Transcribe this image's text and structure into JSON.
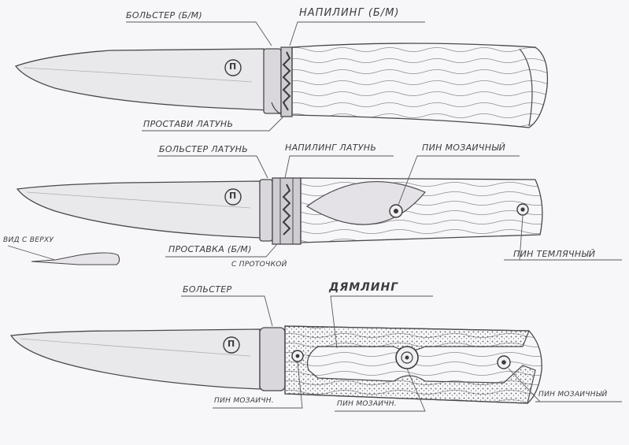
{
  "colors": {
    "paper": "#f7f6f8",
    "pencil": "#4a484b",
    "pencil_light": "#8e8b90",
    "shade": "#c8c5cb"
  },
  "knife1": {
    "bolster_label": "БОЛЬСТЕР (Б/М)",
    "spacer_top_label": "НАПИЛИНГ (Б/М)",
    "spacer_bottom_label": "ПРОСТАВИ ЛАТУНЬ",
    "stamp": "П"
  },
  "knife2": {
    "bolster_label": "БОЛЬСТЕР ЛАТУНЬ",
    "spacer_top_label": "НАПИЛИНГ ЛАТУНЬ",
    "mosaic_pin_label": "ПИН МОЗАИЧНЫЙ",
    "lanyard_pin_label": "ПИН ТЕМЛЯЧНЫЙ",
    "spacer_bottom_label": "ПРОСТАВКА (Б/М)",
    "spacer_bottom_sub": "С ПРОТОЧКОЙ",
    "top_view_label": "ВИД С ВЕРХУ",
    "stamp": "П"
  },
  "knife3": {
    "bolster_label": "БОЛЬСТЕР",
    "damascus_label": "ДЯМЛИНГ",
    "pin_left_label": "ПИН МОЗАИЧН.",
    "pin_center_label": "ПИН МОЗАИЧН.",
    "pin_right_label": "ПИН МОЗАИЧНЫЙ",
    "stamp": "П"
  }
}
